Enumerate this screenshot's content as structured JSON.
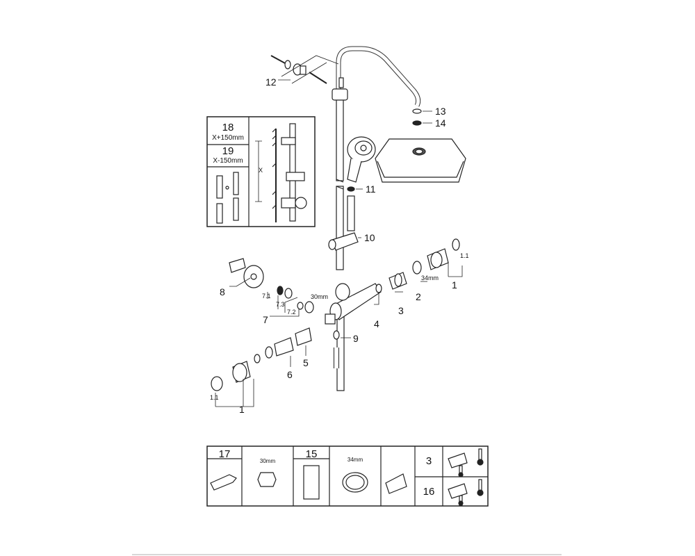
{
  "labels": {
    "p12": "12",
    "p13": "13",
    "p14": "14",
    "p11": "11",
    "p10": "10",
    "p1_right": "1",
    "p1_1_right": "1.1",
    "p2": "2",
    "p3": "3",
    "p4": "4",
    "p5": "5",
    "p6": "6",
    "p7": "7",
    "p7_1": "7.1",
    "p7_2": "7.2",
    "p7_3": "7.3",
    "p8": "8",
    "p9": "9",
    "p1_left": "1",
    "p1_1_left": "1.1",
    "dim_34mm": "34mm",
    "dim_30mm": "30mm"
  },
  "inset": {
    "p18": "18",
    "p18_dim": "X+150mm",
    "p19": "19",
    "p19_dim": "X-150mm",
    "x_label": "X"
  },
  "tools_table": {
    "t17": "17",
    "t30mm": "30mm",
    "t15": "15",
    "t34mm": "34mm",
    "t3": "3",
    "t16": "16"
  }
}
